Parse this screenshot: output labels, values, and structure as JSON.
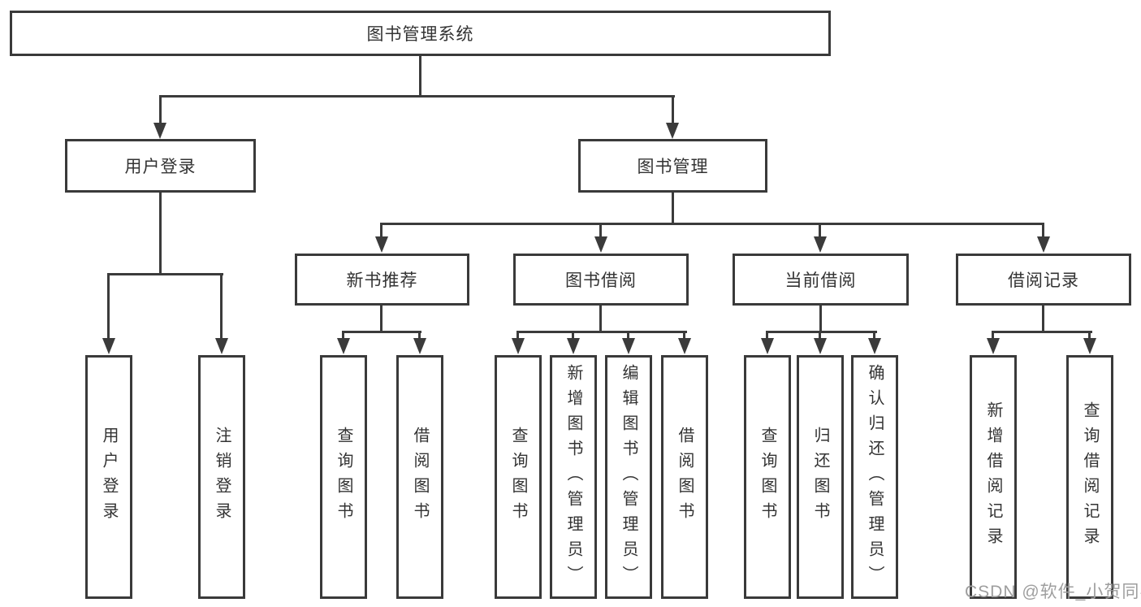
{
  "diagram_type": "hierarchy-tree",
  "colors": {
    "background": "#ffffff",
    "box_border": "#3a3a3a",
    "connector": "#3b3b3b",
    "text": "#333333",
    "watermark": "#9e9e9e"
  },
  "tree": {
    "label": "图书管理系统",
    "children": [
      {
        "label": "用户登录",
        "children": [
          {
            "label": "用户登录"
          },
          {
            "label": "注销登录"
          }
        ]
      },
      {
        "label": "图书管理",
        "children": [
          {
            "label": "新书推荐",
            "children": [
              {
                "label": "查询图书"
              },
              {
                "label": "借阅图书"
              }
            ]
          },
          {
            "label": "图书借阅",
            "children": [
              {
                "label": "查询图书"
              },
              {
                "label": "新增图书（管理员）"
              },
              {
                "label": "编辑图书（管理员）"
              },
              {
                "label": "借阅图书"
              }
            ]
          },
          {
            "label": "当前借阅",
            "children": [
              {
                "label": "查询图书"
              },
              {
                "label": "归还图书"
              },
              {
                "label": "确认归还（管理员）"
              }
            ]
          },
          {
            "label": "借阅记录",
            "children": [
              {
                "label": "新增借阅记录"
              },
              {
                "label": "查询借阅记录"
              }
            ]
          }
        ]
      }
    ]
  },
  "watermark": "CSDN @软件_小贺同学"
}
